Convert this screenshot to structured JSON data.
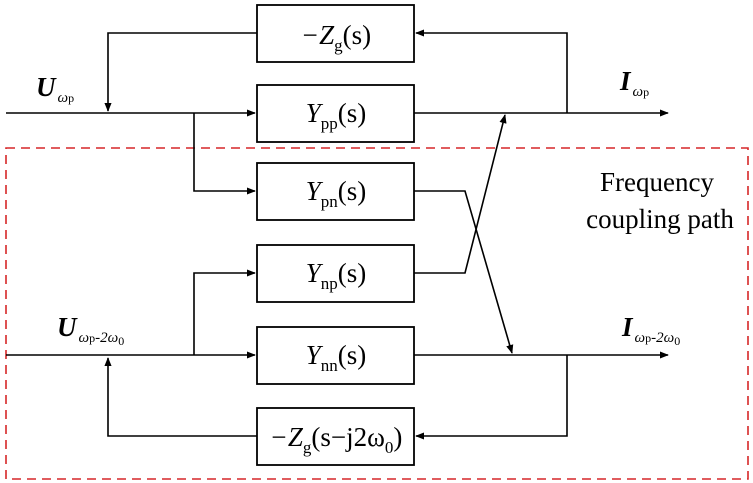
{
  "region": {
    "label_line1": "Frequency",
    "label_line2": "coupling path",
    "border_color": "#d62728"
  },
  "signals": {
    "u_p": {
      "main": "U",
      "sub": "ω",
      "subsub": "p"
    },
    "u_n": {
      "main": "U",
      "sub": "ω",
      "subsub": "p",
      "tail": "-2ω",
      "tailsub": "0"
    },
    "i_p": {
      "main": "I",
      "sub": "ω",
      "subsub": "p"
    },
    "i_n": {
      "main": "I",
      "sub": "ω",
      "subsub": "p",
      "tail": "-2ω",
      "tailsub": "0"
    }
  },
  "blocks": {
    "zg_top": {
      "prefix": "−Z",
      "sub": "g",
      "arg": "(s)"
    },
    "ypp": {
      "main": "Y",
      "sub": "pp",
      "arg": "(s)"
    },
    "ypn": {
      "main": "Y",
      "sub": "pn",
      "arg": "(s)"
    },
    "ynp": {
      "main": "Y",
      "sub": "np",
      "arg": "(s)"
    },
    "ynn": {
      "main": "Y",
      "sub": "nn",
      "arg": "(s)"
    },
    "zg_bottom": {
      "prefix": "−Z",
      "sub": "g",
      "arg_open": "(s−j2ω",
      "arg_sub": "0",
      "arg_close": ")"
    }
  },
  "colors": {
    "line": "#000000",
    "dash": "#d62728"
  }
}
